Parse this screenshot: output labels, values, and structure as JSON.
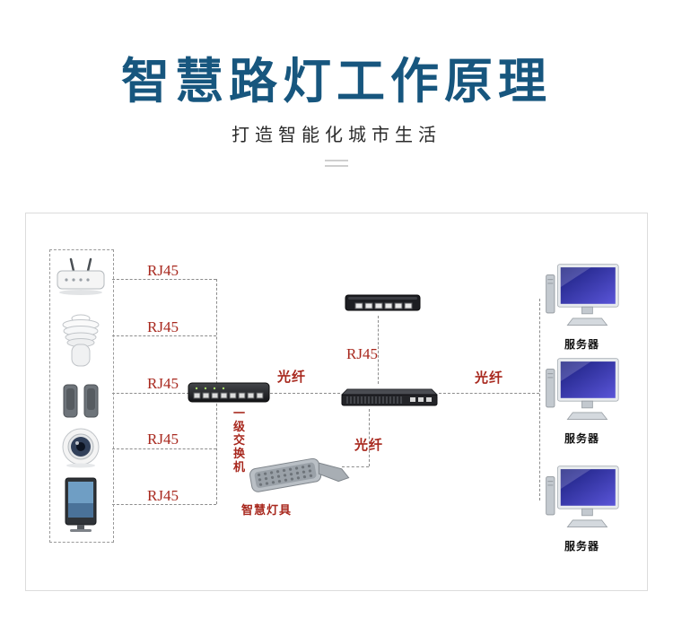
{
  "header": {
    "title": "智慧路灯工作原理",
    "subtitle": "打造智能化城市生活"
  },
  "diagram": {
    "rj45_labels": [
      "RJ45",
      "RJ45",
      "RJ45",
      "RJ45",
      "RJ45"
    ],
    "router_rj45_label": "RJ45",
    "fiber_label_switch": "光纤",
    "fiber_label_lamp": "光纤",
    "fiber_label_server": "光纤",
    "switch_label": "一级交换机",
    "lamp_label": "智慧灯具",
    "server_labels": [
      "服务器",
      "服务器",
      "服务器"
    ]
  },
  "colors": {
    "title_blue": "#17567e",
    "accent_red": "#a8281e"
  }
}
